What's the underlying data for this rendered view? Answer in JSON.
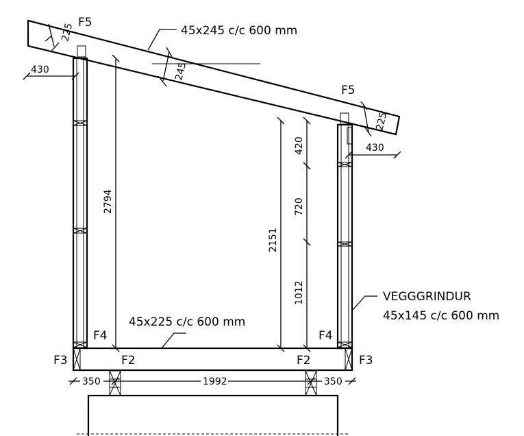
{
  "labels": {
    "rafter_spec": "45x245 c/c 600 mm",
    "joist_spec": "45x225 c/c 600 mm",
    "wall_title": "VEGGGRINDUR",
    "wall_spec": "45x145 c/c 600 mm",
    "f5_left": "F5",
    "f5_right": "F5",
    "f4_left": "F4",
    "f4_right": "F4",
    "f3_left": "F3",
    "f3_right": "F3",
    "f2_left": "F2",
    "f2_right": "F2"
  },
  "dimensions": {
    "rafter_end_left": "225",
    "rafter_depth": "245",
    "overhang_left": "430",
    "rafter_end_right": "225",
    "overhang_right": "430",
    "wall_height_left": "2794",
    "wall_height_right": "2151",
    "seg_top": "420",
    "seg_mid": "720",
    "seg_bottom": "1012",
    "base_left": "350",
    "base_span": "1992",
    "base_right": "350"
  }
}
